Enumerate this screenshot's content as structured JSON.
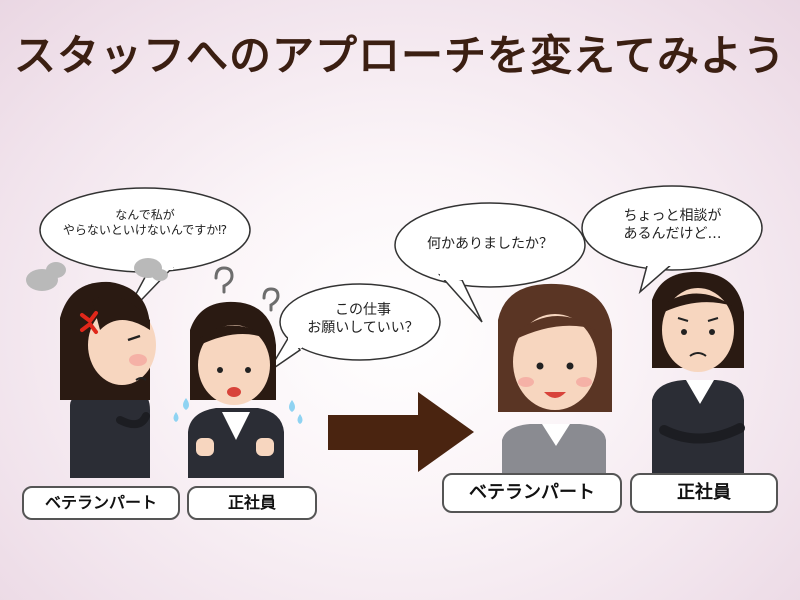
{
  "title": "スタッフへのアプローチを変えてみよう",
  "before": {
    "veteran_speech": [
      "なんで私が",
      "やらないといけないんですか⁉"
    ],
    "employee_speech": [
      "この仕事",
      "お願いしていい？"
    ],
    "veteran_label": "ベテランパート",
    "employee_label": "正社員"
  },
  "after": {
    "veteran_speech": "何かありましたか？",
    "employee_speech": [
      "ちょっと相談が",
      "あるんだけど…"
    ],
    "veteran_label": "ベテランパート",
    "employee_label": "正社員"
  },
  "colors": {
    "title": "#3b1f12",
    "arrow": "#4a2410",
    "suit": "#2b2d35",
    "hair": "#2a1a12",
    "skin": "#f7d6bf"
  },
  "icons": [
    "anger-mark-icon",
    "steam-icon",
    "question-mark-icon",
    "sweat-drop-icon",
    "right-arrow-icon"
  ]
}
